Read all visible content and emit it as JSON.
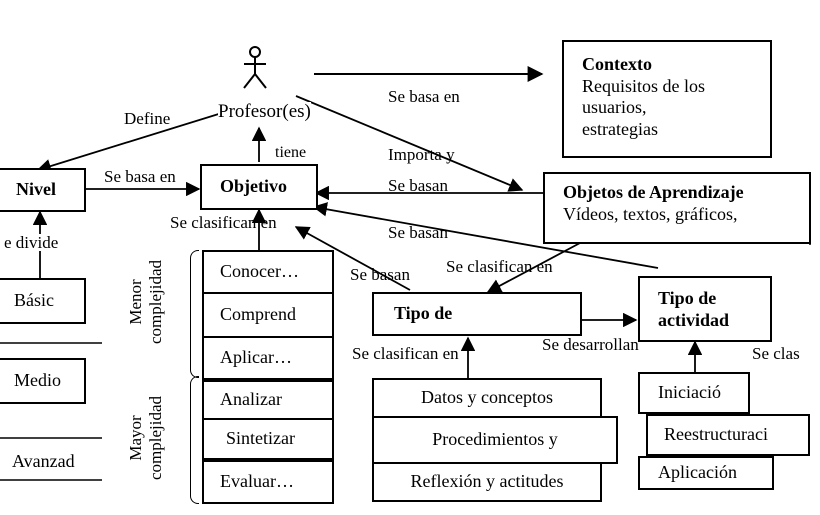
{
  "actor": {
    "label": "Profesor(es)",
    "icon": "stick-figure-icon"
  },
  "contexto": {
    "title": "Contexto",
    "lines": [
      "Requisitos de los",
      "usuarios,",
      "estrategias"
    ]
  },
  "objetos": {
    "title": "Objetos de Aprendizaje",
    "subtitle": "Vídeos, textos, gráficos,"
  },
  "nivel": {
    "title": "Nivel",
    "levels": [
      "Básic",
      "Medio",
      "Avanzad"
    ]
  },
  "objetivo": {
    "title": "Objetivo"
  },
  "tipo_de": {
    "title": "Tipo de"
  },
  "tipo_actividad": {
    "title_line1": "Tipo de",
    "title_line2": "actividad"
  },
  "bloom": [
    "Conocer…",
    "Comprend",
    "Aplicar…",
    "Analizar",
    "Sintetizar",
    "Evaluar…"
  ],
  "complexity": {
    "menor": [
      "Menor",
      "complejidad"
    ],
    "mayor": [
      "Mayor",
      "complejidad"
    ]
  },
  "contenidos": [
    "Datos y conceptos",
    "Procedimientos y",
    "Reflexión y actitudes"
  ],
  "actividades": [
    "Iniciació",
    "Reestructuraci",
    "Aplicación"
  ],
  "edge_labels": {
    "define": "Define",
    "tiene": "tiene",
    "se_basa_en_top": "Se basa en",
    "importa_y": "Importa y",
    "se_basan_1": "Se basan",
    "se_basan_2": "Se basan",
    "se_basa_en_left": "Se basa en",
    "se_divide": "e divide",
    "se_clasifican_en_obj": "Se clasifican en",
    "se_basan_3": "Se basan",
    "se_clasifican_en_tipo": "Se clasifican en",
    "se_clasifican_en_bottom": "Se clasifican en",
    "se_desarrollan": "Se desarrollan",
    "se_clas": "Se clas"
  }
}
